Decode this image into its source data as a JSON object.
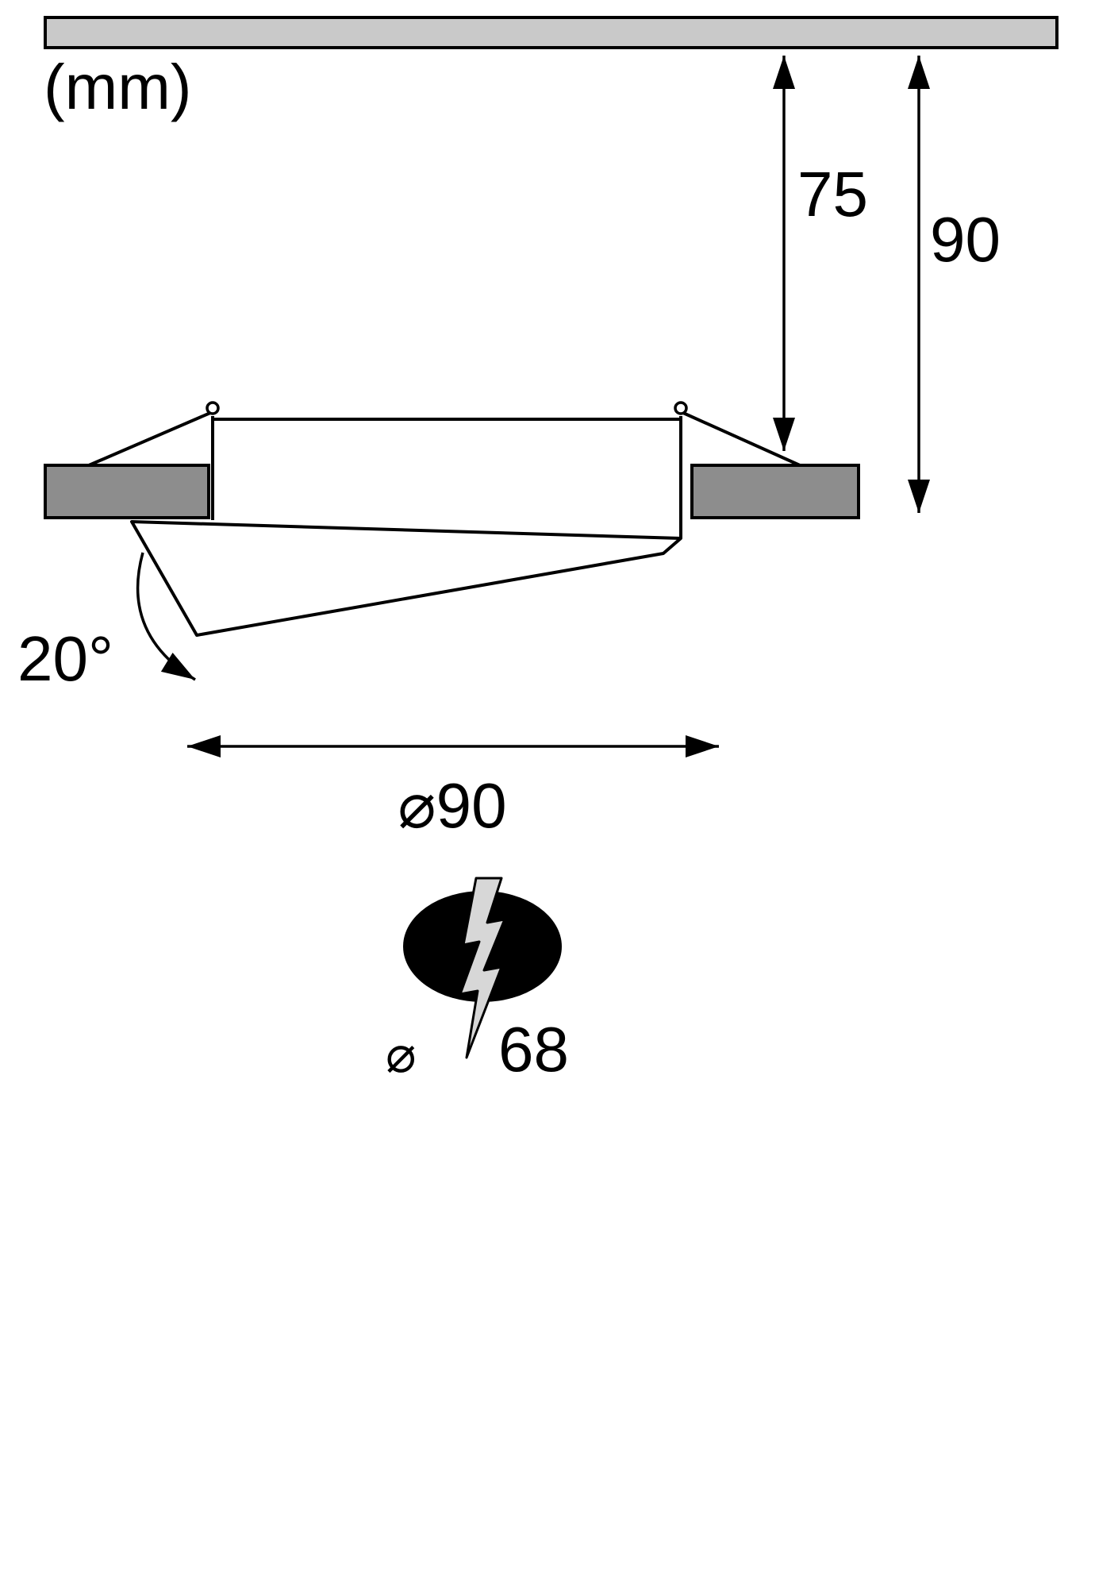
{
  "labels": {
    "unit": "(mm)",
    "recess_depth": "75",
    "total_depth": "90",
    "tilt_angle": "20°",
    "outer_diameter": "⌀90",
    "cutout_symbol": "⌀",
    "cutout_value": "68"
  },
  "colors": {
    "ceiling_fill": "#c9c9c9",
    "flange_fill": "#8d8d8d",
    "bolt_fill": "#d7d7d7",
    "hole_fill": "#000000",
    "line": "#000000",
    "background": "#ffffff"
  }
}
